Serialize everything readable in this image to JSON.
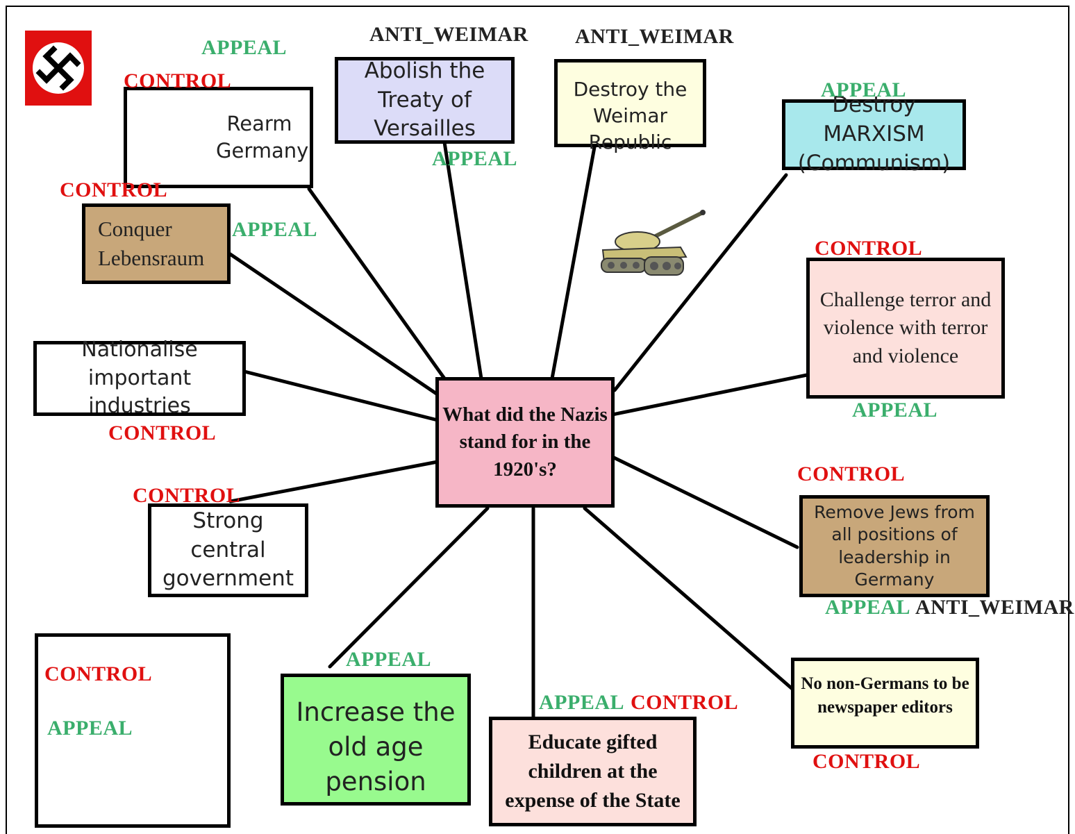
{
  "colors": {
    "center": "#f6b6c6",
    "appeal": "#3aae6c",
    "control": "#e01010",
    "anti_weimar": "#222222",
    "white": "#ffffff",
    "lavender": "#dcdcf8",
    "pale_yellow": "#fefee0",
    "cyan": "#a8e8ec",
    "tan": "#c8a77a",
    "pale_pink": "#fde0dc",
    "green": "#98fa8e"
  },
  "icons": {
    "flag": "swastika-flag-icon",
    "tank": "tank-icon"
  },
  "center": {
    "text": "What did the Nazis stand for in the 1920's?"
  },
  "boxes": {
    "rearm": "Rearm Germany",
    "versailles": "Abolish the Treaty of Versailles",
    "weimar": "Destroy the Weimar Republic",
    "marxism": "Destroy MARXISM (Communism)",
    "lebensraum": "Conquer Lebensraum",
    "terror": "Challenge terror and violence with terror and violence",
    "nationalise": "Nationalise important industries",
    "jews": "Remove Jews from all positions of leadership in Germany",
    "central": "Strong central government",
    "newspaper": "No non-Germans to be newspaper editors",
    "pension": "Increase the old age pension",
    "educate": "Educate gifted children at the expense of the State",
    "key": ""
  },
  "tags": {
    "appeal": "APPEAL",
    "control": "CONTROL",
    "anti_weimar": "ANTI_WEIMAR"
  }
}
